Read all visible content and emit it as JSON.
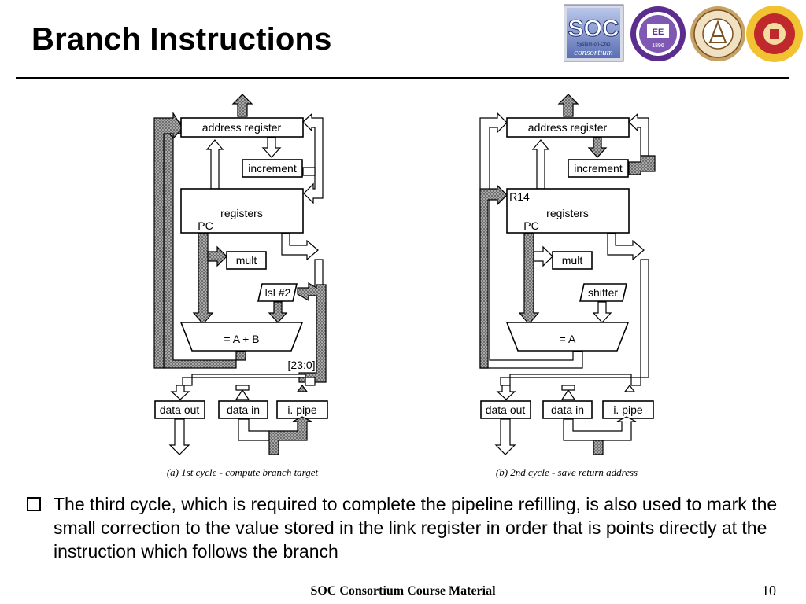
{
  "page": {
    "title": "Branch Instructions",
    "bullet_text": "The third cycle, which is required to complete the pipeline refilling, is also used to mark the small correction to the value stored in the link register in order that is points directly at the instruction which follows the branch",
    "footer": "SOC Consortium Course Material",
    "page_number": "10"
  },
  "logos": {
    "soc_top": "SOC",
    "soc_bottom": "consortium",
    "soc_small": "System-on-Chip",
    "purple_text": "EE",
    "purple_year": "1896"
  },
  "diagram_a": {
    "address_register": "address register",
    "increment": "increment",
    "registers": "registers",
    "pc": "PC",
    "mult": "mult",
    "shifter": "lsl #2",
    "alu": "= A + B",
    "bits": "[23:0]",
    "data_out": "data out",
    "data_in": "data in",
    "i_pipe": "i. pipe",
    "caption": "(a)  1st cycle - compute branch target"
  },
  "diagram_b": {
    "address_register": "address register",
    "increment": "increment",
    "r14": "R14",
    "registers": "registers",
    "pc": "PC",
    "mult": "mult",
    "shifter": "shifter",
    "alu": "= A",
    "data_out": "data out",
    "data_in": "data in",
    "i_pipe": "i. pipe",
    "caption": "(b) 2nd cycle - save return address"
  },
  "colors": {
    "active_bus": "#8c8c8c",
    "line": "#000000"
  }
}
